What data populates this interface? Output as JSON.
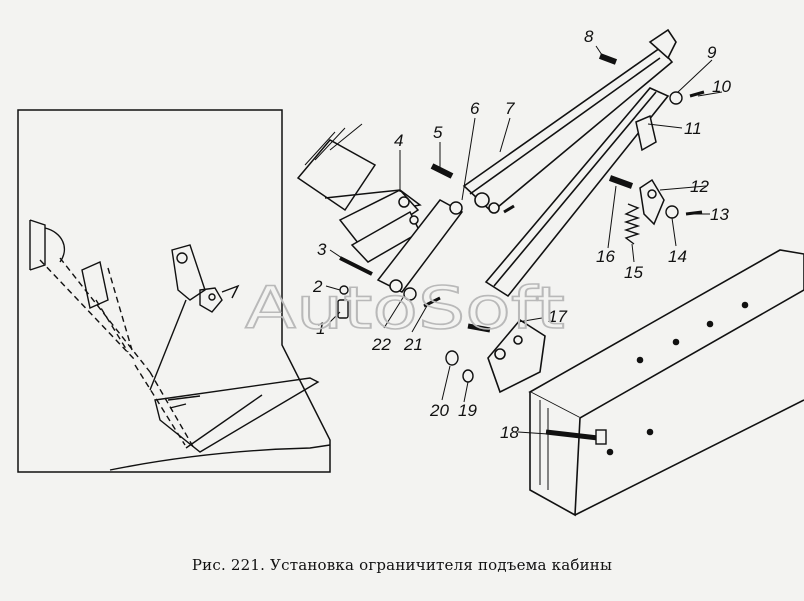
{
  "figure": {
    "caption": "Рис. 221. Установка ограничителя подъема кабины",
    "watermark": "AutoSoft",
    "callouts": [
      "1",
      "2",
      "3",
      "4",
      "5",
      "6",
      "7",
      "8",
      "9",
      "10",
      "11",
      "12",
      "13",
      "14",
      "15",
      "16",
      "17",
      "18",
      "19",
      "20",
      "21",
      "22"
    ]
  }
}
